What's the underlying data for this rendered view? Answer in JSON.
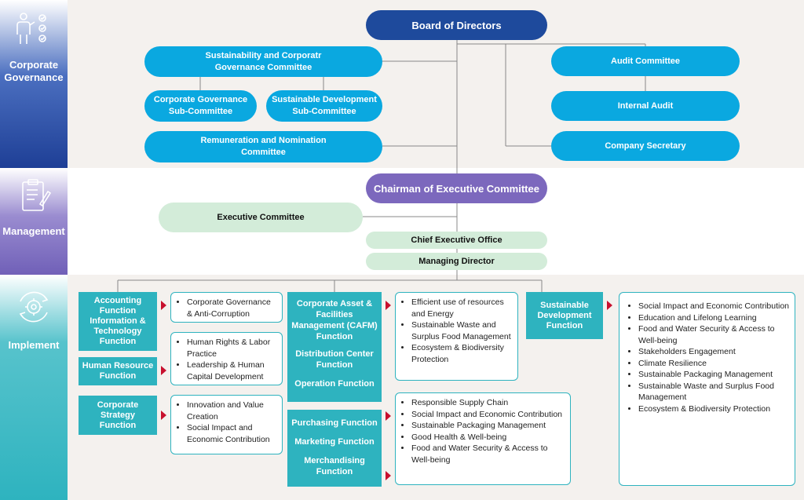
{
  "sections": {
    "governance": "Corporate Governance",
    "management": "Management",
    "implement": "Implement"
  },
  "governance": {
    "board": "Board of Directors",
    "sustainability_committee": "Sustainability and Corporatr Governance Committee",
    "cg_subcommittee": "Corporate Governance Sub-Committee",
    "sd_subcommittee": "Sustainable Development Sub-Committee",
    "remuneration": "Remuneration and Nomination Committee",
    "audit_committee": "Audit Committee",
    "internal_audit": "Internal Audit",
    "company_secretary": "Company Secretary"
  },
  "management": {
    "chairman": "Chairman of Executive Committee",
    "executive_committee": "Executive Committee",
    "ceo": "Chief Executive Office",
    "managing_director": "Managing Director"
  },
  "implement": {
    "accounting": "Accounting Function Information & Technology Function",
    "accounting_items": [
      "Corporate Governance & Anti-Corruption"
    ],
    "hr": "Human Resource Function",
    "hr_items": [
      "Human Rights & Labor Practice",
      "Leadership & Human Capital Development"
    ],
    "strategy": "Corporate Strategy Function",
    "strategy_items": [
      "Innovation and Value Creation",
      "Social Impact and Economic Contribution"
    ],
    "cafm": "Corporate Asset & Facilities Management (CAFM) Function",
    "distribution": "Distribution Center Function",
    "operation": "Operation Function",
    "ops_items": [
      "Efficient use of resources and Energy",
      "Sustainable Waste and Surplus Food Management",
      "Ecosystem & Biodiversity Protection"
    ],
    "purchasing": "Purchasing Function",
    "marketing": "Marketing Function",
    "merchandising": "Merchandising Function",
    "commercial_items": [
      "Responsible Supply Chain",
      "Social Impact and Economic Contribution",
      "Sustainable Packaging Management",
      "Good Health & Well-being",
      "Food and Water Security & Access to Well-being"
    ],
    "sustainable_dev": "Sustainable Development Function",
    "sd_items": [
      "Social Impact and Economic Contribution",
      "Education and Lifelong Learning",
      "Food and Water Security & Access to Well-being",
      "Stakeholders Engagement",
      "Climate Resilience",
      "Sustainable Packaging Management",
      "Sustainable Waste and Surplus Food Management",
      "Ecosystem & Biodiversity Protection"
    ]
  },
  "colors": {
    "governance_band": "#1e3f96",
    "management_band": "#7060b8",
    "implement_band": "#2eb3bf",
    "board": "#1e4a9c",
    "committee": "#0aa8e0",
    "chairman": "#7c68bd",
    "management_pill": "#d3ecd9",
    "function_box": "#2eb3bf",
    "arrow": "#c8102e"
  },
  "icons": [
    "governance-checklist-icon",
    "clipboard-icon",
    "cycle-gear-icon"
  ]
}
